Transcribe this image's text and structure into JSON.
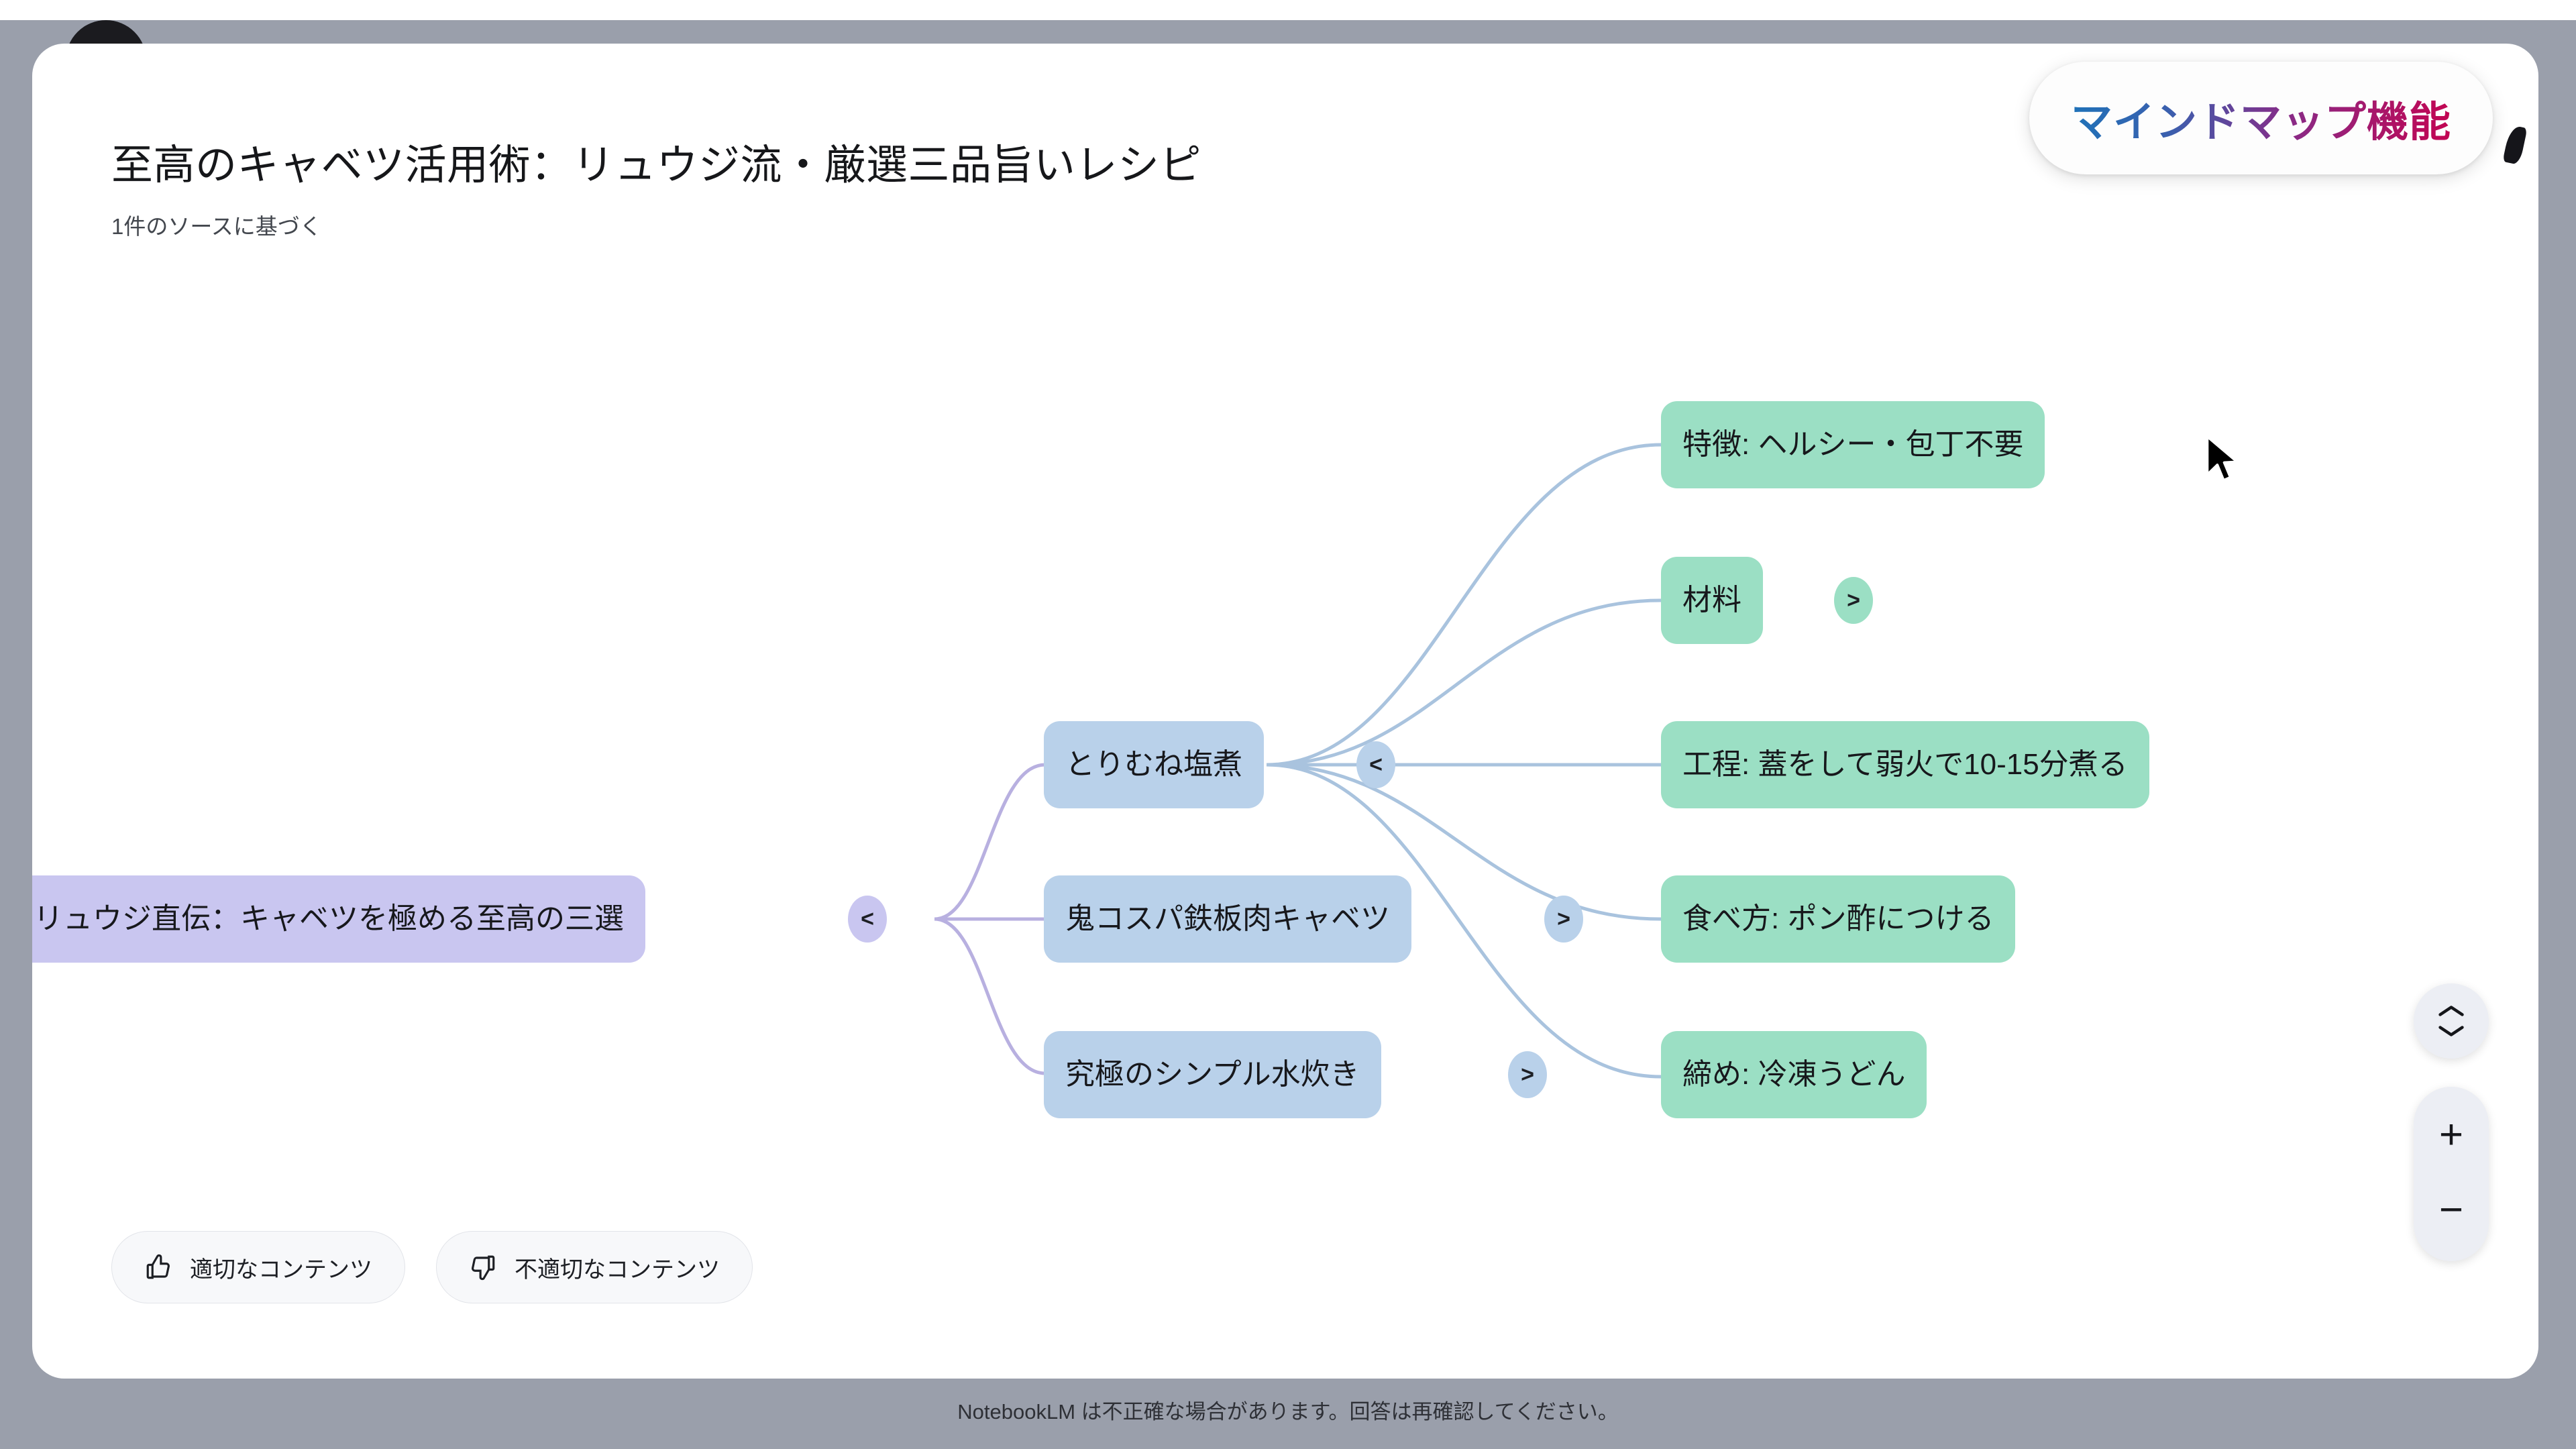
{
  "header": {
    "title": "至高のキャベツ活用術：リュウジ流・厳選三品旨いレシピ",
    "source_count": "1件のソースに基づく"
  },
  "feature_badge": {
    "label": "マインドマップ機能",
    "gradient_from": "#1f72b8",
    "gradient_to": "#c20552"
  },
  "mindmap": {
    "root": {
      "label": "リュウジ直伝：キャベツを極める至高の三選",
      "color": "#c9c6f0",
      "toggle": "<",
      "expanded": true
    },
    "branches": [
      {
        "label": "とりむね塩煮",
        "color": "#b9d1ea",
        "toggle": "<",
        "expanded": true,
        "children": [
          {
            "label": "特徴: ヘルシー・包丁不要",
            "color": "#9bdfc4",
            "toggle": "",
            "expanded": false
          },
          {
            "label": "材料",
            "color": "#9bdfc4",
            "toggle": ">",
            "expanded": false
          },
          {
            "label": "工程: 蓋をして弱火で10-15分煮る",
            "color": "#9bdfc4",
            "toggle": "",
            "expanded": false
          },
          {
            "label": "食べ方: ポン酢につける",
            "color": "#9bdfc4",
            "toggle": "",
            "expanded": false
          },
          {
            "label": "締め: 冷凍うどん",
            "color": "#9bdfc4",
            "toggle": "",
            "expanded": false
          }
        ]
      },
      {
        "label": "鬼コスパ鉄板肉キャベツ",
        "color": "#b9d1ea",
        "toggle": ">",
        "expanded": false,
        "children": []
      },
      {
        "label": "究極のシンプル水炊き",
        "color": "#b9d1ea",
        "toggle": ">",
        "expanded": false,
        "children": []
      }
    ],
    "edge_color_root": "#b8b0e0",
    "edge_color_branch": "#a9c3de"
  },
  "feedback": {
    "positive_label": "適切なコンテンツ",
    "positive_icon": "thumbs-up-icon",
    "negative_label": "不適切なコンテンツ",
    "negative_icon": "thumbs-down-icon"
  },
  "controls": {
    "fit_view_icon": "expand-vertical-icon",
    "zoom_in_label": "+",
    "zoom_out_label": "−"
  },
  "footer": {
    "disclaimer": "NotebookLM は不正確な場合があります。回答は再確認してください。"
  }
}
